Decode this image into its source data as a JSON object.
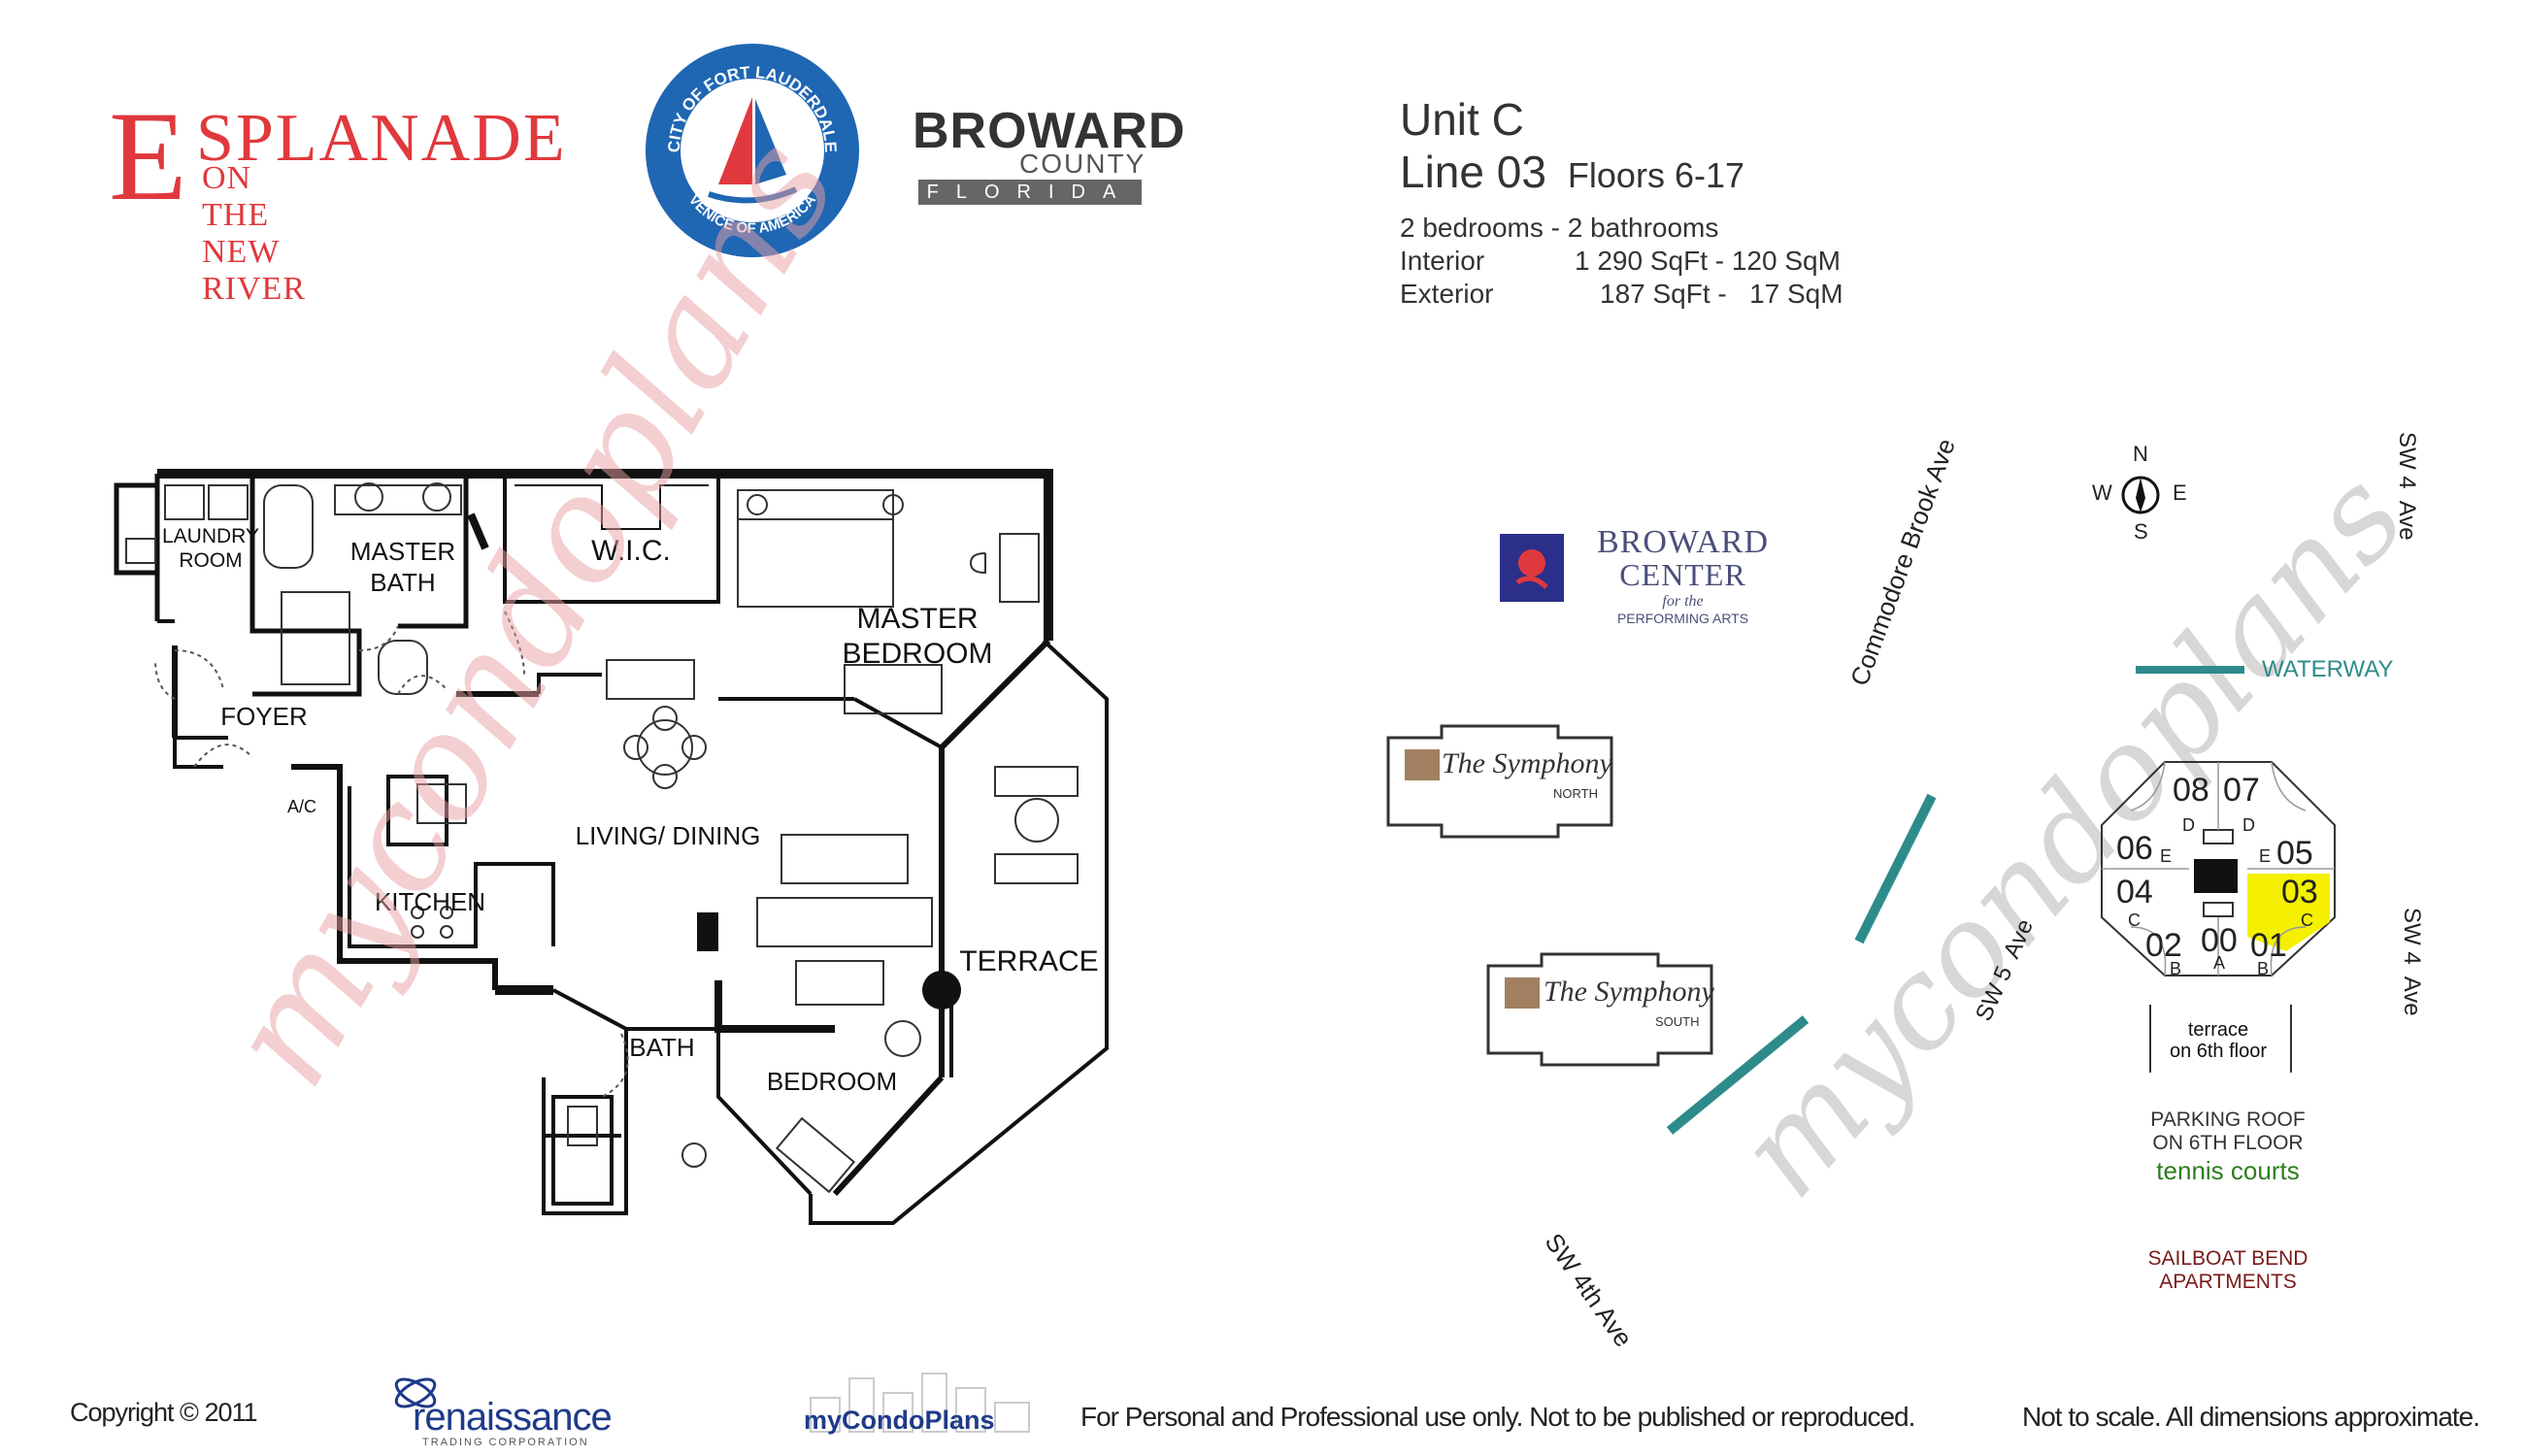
{
  "header": {
    "esplanade_first": "E",
    "esplanade_rest": "SPLANADE",
    "esplanade_sub": "ON THE NEW RIVER",
    "city_seal_top": "CITY OF FORT LAUDERDALE",
    "city_seal_bottom": "VENICE OF AMERICA",
    "broward_word": "BROWARD",
    "broward_county": "COUNTY",
    "broward_florida": "FLORIDA"
  },
  "unit": {
    "title": "Unit C",
    "line": "Line 03",
    "floors": "Floors 6-17",
    "rooms": "2 bedrooms - 2 bathrooms",
    "interior_label": "Interior",
    "interior_value": "1 290 SqFt - 120 SqM",
    "exterior_label": "Exterior",
    "exterior_value": "187 SqFt -   17 SqM"
  },
  "floorplan": {
    "laundry": "LAUNDRY\nROOM",
    "master_bath": "MASTER\nBATH",
    "wic": "W.I.C.",
    "master_bedroom": "MASTER\nBEDROOM",
    "foyer": "FOYER",
    "ac": "A/C",
    "living_dining": "LIVING/ DINING",
    "kitchen": "KITCHEN",
    "terrace": "TERRACE",
    "bath": "BATH",
    "bedroom": "BEDROOM"
  },
  "map": {
    "broward_center_1": "BROWARD",
    "broward_center_2": "CENTER",
    "broward_center_3": "for the",
    "broward_center_4": "PERFORMING ARTS",
    "commodore": "Commodore Brook Ave",
    "sw4_top": "SW 4  Ave",
    "sw4_right": "SW 4  Ave",
    "sw5": "SW 5  Ave",
    "sw4th": "SW 4th Ave",
    "waterway": "WATERWAY",
    "north": "N",
    "south": "S",
    "west": "W",
    "east": "E",
    "symphony_north": "The Symphony",
    "symphony_north_sub": "NORTH",
    "symphony_south": "The Symphony",
    "symphony_south_sub": "SOUTH",
    "lines": {
      "l08": "08",
      "l07": "07",
      "l06": "06",
      "l05": "05",
      "l04": "04",
      "l03": "03",
      "l02": "02",
      "l00": "00",
      "l01": "01",
      "dD1": "D",
      "dD2": "D",
      "dE1": "E",
      "dE2": "E",
      "dC1": "C",
      "dC2": "C",
      "dB1": "B",
      "dA": "A",
      "dB2": "B"
    },
    "terrace_note": "terrace\non 6th floor",
    "parking_1": "PARKING ROOF",
    "parking_2": "ON 6TH  FLOOR",
    "tennis": "tennis courts",
    "sailboat_1": "SAILBOAT BEND",
    "sailboat_2": "APARTMENTS"
  },
  "watermark": "mycondoplans",
  "footer": {
    "copyright": "Copyright © 2011",
    "renaissance": "renaissance",
    "renaissance_sub": "TRADING CORPORATION",
    "mycondo": "myCondoPlans",
    "personal": "For Personal and Professional use only.  Not to be published or reproduced.",
    "notscale": "Not to scale.  All dimensions approximate."
  },
  "colors": {
    "esplanade_red": "#e0393d",
    "seal_blue": "#1f66b3",
    "waterway_teal": "#2e8b8b",
    "highlight_yellow": "#f4f000",
    "tennis_green": "#2e7d1e",
    "sailboat_maroon": "#7a1a1a"
  }
}
